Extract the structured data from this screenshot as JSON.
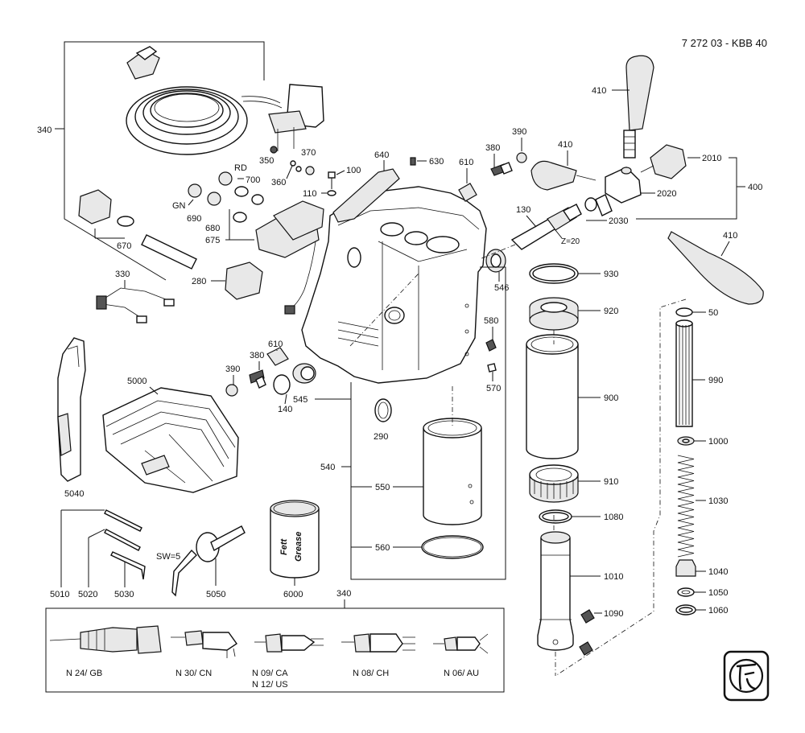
{
  "header": {
    "title": "7 272 03 - KBB 40"
  },
  "labels": {
    "p340": "340",
    "p350": "350",
    "p360": "360",
    "p370": "370",
    "p100": "100",
    "p110": "110",
    "p640": "640",
    "p630": "630",
    "p610a": "610",
    "p380a": "380",
    "p390a": "390",
    "p410a": "410",
    "p410b": "410",
    "p410c": "410",
    "p2010": "2010",
    "p2020": "2020",
    "p2030": "2030",
    "p400": "400",
    "p130": "130",
    "z20": "Z=20",
    "p546": "546",
    "rd": "RD",
    "p700": "700",
    "gn": "GN",
    "p690": "690",
    "p680": "680",
    "p675": "675",
    "p670": "670",
    "p330": "330",
    "p280": "280",
    "p930": "930",
    "p920": "920",
    "p900": "900",
    "p910": "910",
    "p1080": "1080",
    "p1010": "1010",
    "p1090": "1090",
    "p50": "50",
    "p990": "990",
    "p1000": "1000",
    "p1030": "1030",
    "p1040": "1040",
    "p1050": "1050",
    "p1060": "1060",
    "p580": "580",
    "p570": "570",
    "p610b": "610",
    "p380b": "380",
    "p390b": "390",
    "p140": "140",
    "p545": "545",
    "p290": "290",
    "p5000": "5000",
    "p5040": "5040",
    "p540": "540",
    "p550": "550",
    "p560": "560",
    "p5010": "5010",
    "p5020": "5020",
    "p5030": "5030",
    "sw5": "SW=5",
    "p5050": "5050",
    "p6000": "6000",
    "p340b": "340",
    "can_line1": "Fett",
    "can_line2": "Grease"
  },
  "plugs": [
    {
      "id": "n24",
      "label": "N 24/ GB"
    },
    {
      "id": "n30",
      "label": "N 30/ CN"
    },
    {
      "id": "n09",
      "label": "N 09/ CA"
    },
    {
      "id": "n12",
      "label": "N 12/ US"
    },
    {
      "id": "n08",
      "label": "N 08/ CH"
    },
    {
      "id": "n06",
      "label": "N 06/ AU"
    }
  ],
  "logo": {
    "name": "fein-logo"
  }
}
